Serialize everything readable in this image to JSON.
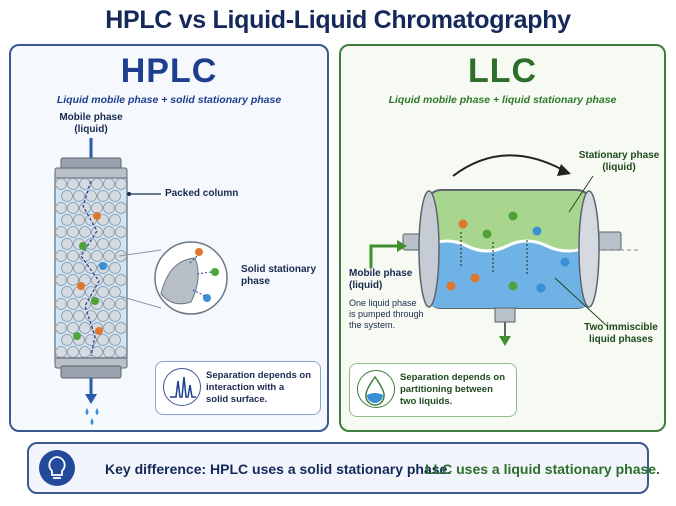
{
  "title": "HPLC vs Liquid-Liquid Chromatography",
  "hplc": {
    "heading": "HPLC",
    "subtitle": "Liquid mobile phase + solid stationary phase",
    "mobile_phase_label_1": "Mobile phase",
    "mobile_phase_label_2": "(liquid)",
    "packed_column_label": "Packed column",
    "stationary_label_1": "Solid stationary",
    "stationary_label_2": "phase",
    "info_1": "Separation depends on",
    "info_2": "interaction with a",
    "info_3": "solid surface."
  },
  "llc": {
    "heading": "LLC",
    "subtitle": "Liquid mobile phase + liquid stationary phase",
    "stationary_label_1": "Stationary phase",
    "stationary_label_2": "(liquid)",
    "mobile_label_1": "Mobile phase",
    "mobile_label_2": "(liquid)",
    "pump_note_1": "One liquid phase",
    "pump_note_2": "is pumped through",
    "pump_note_3": "the system.",
    "immiscible_label_1": "Two immiscible",
    "immiscible_label_2": "liquid phases",
    "info_1": "Separation depends on",
    "info_2": "partitioning between",
    "info_3": "two liquids."
  },
  "key": {
    "hplc_part": "Key difference: HPLC uses a solid stationary phase.",
    "llc_part": "LLC uses a liquid stationary phase."
  },
  "colors": {
    "hplc_blue": "#1e3f8e",
    "llc_green": "#2c6e2a"
  }
}
